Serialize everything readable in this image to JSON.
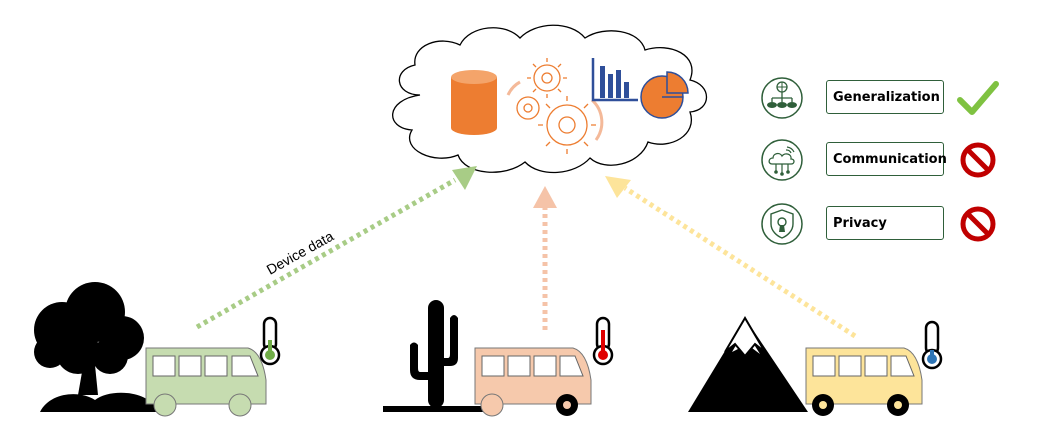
{
  "arrow_label": "Device data",
  "legend": [
    {
      "label": "Generalization",
      "icon": "network-database-icon",
      "status": "check"
    },
    {
      "label": "Communication",
      "icon": "cloud-wifi-icon",
      "status": "prohibited"
    },
    {
      "label": "Privacy",
      "icon": "shield-lock-icon",
      "status": "prohibited"
    }
  ],
  "colors": {
    "forest_bus": "#c6dcb0",
    "desert_bus": "#f6c9ac",
    "mountain_bus": "#fde49a",
    "forest_arrow": "#a8cc86",
    "desert_arrow": "#f5c3a8",
    "mountain_arrow": "#fde49a",
    "cloud_orange": "#ed7d31",
    "chart_blue": "#2f4f9a",
    "accent_green": "#2f5f3a",
    "check_green": "#7fc241",
    "stop_red": "#c00000"
  }
}
